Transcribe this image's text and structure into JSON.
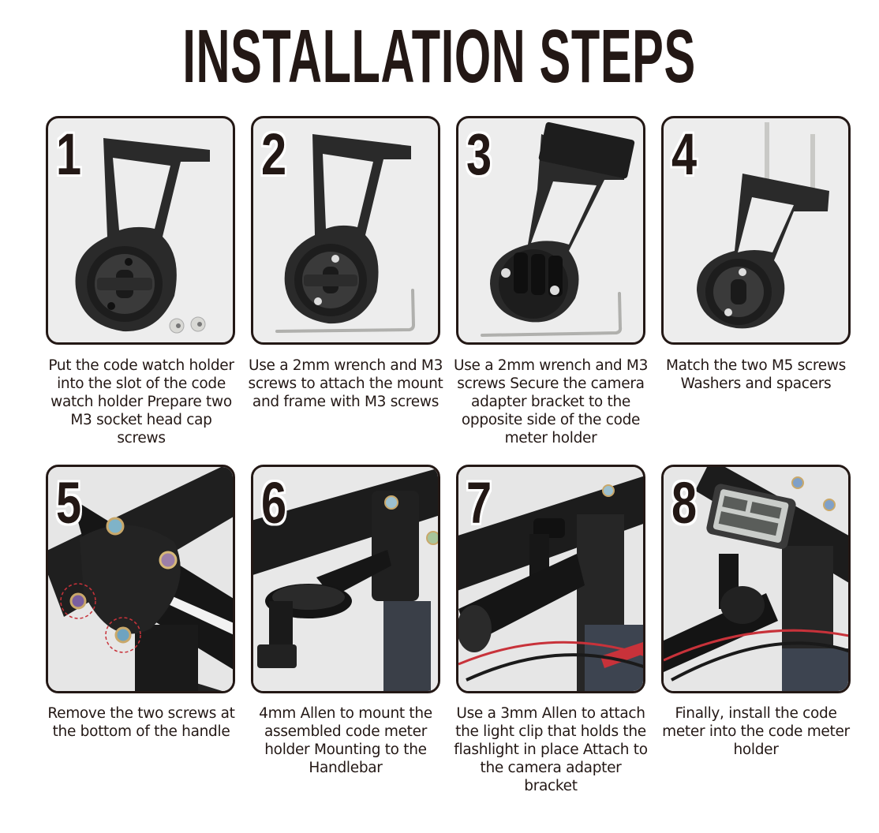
{
  "title": "INSTALLATION STEPS",
  "colors": {
    "text": "#231815",
    "card_border": "#231815",
    "card_bg": "#ededed",
    "highlight_circle": "#c8323a"
  },
  "steps": [
    {
      "number": "1",
      "image": "mount-holder-with-two-screws",
      "caption": "Put the code watch holder into the slot of the code watch holder Prepare two M3 socket head cap screws"
    },
    {
      "number": "2",
      "image": "mount-holder-with-allen-wrench",
      "caption": "Use a 2mm wrench and M3 screws to attach the mount and frame with M3 screws"
    },
    {
      "number": "3",
      "image": "mount-holder-with-camera-adapter",
      "caption": "Use a 2mm wrench and M3 screws Secure the camera adapter bracket to the opposite side of the code meter holder"
    },
    {
      "number": "4",
      "image": "mount-holder-with-m5-screws-and-spacers",
      "caption": "Match the two M5 screws Washers and spacers"
    },
    {
      "number": "5",
      "image": "stem-with-highlighted-bottom-screws",
      "caption": "Remove the two screws at the bottom of the handle"
    },
    {
      "number": "6",
      "image": "holder-mounted-on-handlebar",
      "caption": "4mm Allen to mount the assembled code meter holder Mounting to the Handlebar"
    },
    {
      "number": "7",
      "image": "flashlight-clip-attached",
      "caption": "Use a 3mm Allen to attach the light clip that holds the flashlight in place Attach to the camera adapter bracket"
    },
    {
      "number": "8",
      "image": "code-meter-installed",
      "caption": "Finally, install the code meter into the code meter holder"
    }
  ]
}
